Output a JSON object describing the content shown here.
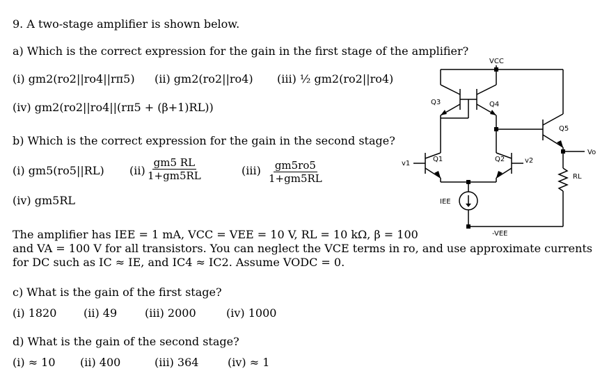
{
  "question": {
    "title": "9.  A two-stage amplifier is shown below.",
    "part_a": {
      "prompt": "a)  Which is the correct expression for the gain in the first stage of the amplifier?",
      "options": [
        "(i) gm2(ro2||ro4||rπ5)",
        "(ii) gm2(ro2||ro4)",
        "(iii) ½ gm2(ro2||ro4)",
        "(iv) gm2(ro2||ro4||(rπ5 + (β+1)RL))"
      ]
    },
    "part_b": {
      "prompt": "b)  Which is the correct expression for the gain in the second stage?",
      "opt1": "(i) gm5(ro5||RL)",
      "opt2_label": "(ii)",
      "opt2_num": "gm5 RL",
      "opt2_den": "1+gm5RL",
      "opt3_label": "(iii)",
      "opt3_num": "gm5ro5",
      "opt3_den": "1+gm5RL",
      "opt4": "(iv) gm5RL"
    },
    "conditions": [
      "The amplifier has IEE = 1 mA, VCC = VEE = 10 V, RL = 10 kΩ, β = 100",
      "and VA = 100 V for all transistors.  You can neglect the VCE terms in ro, and use approximate currents",
      "for DC such as IC ≈ IE, and IC4 ≈ IC2.  Assume VODC = 0."
    ],
    "part_c": {
      "prompt": "c) What is the gain of the first stage?",
      "options": [
        "(i) 1820",
        "(ii) 49",
        "(iii) 2000",
        "(iv) 1000"
      ]
    },
    "part_d": {
      "prompt": "d) What is the gain of the second stage?",
      "options": [
        "(i) ≈ 10",
        "(ii) 400",
        "(iii) 364",
        "(iv) ≈ 1"
      ]
    }
  },
  "circuit": {
    "labels": {
      "vcc": "VCC",
      "vee": "-VEE",
      "q1": "Q1",
      "q2": "Q2",
      "q3": "Q3",
      "q4": "Q4",
      "q5": "Q5",
      "v1": "v1",
      "v2": "v2",
      "vo": "Vo",
      "rl": "RL",
      "iee": "IEE"
    }
  }
}
